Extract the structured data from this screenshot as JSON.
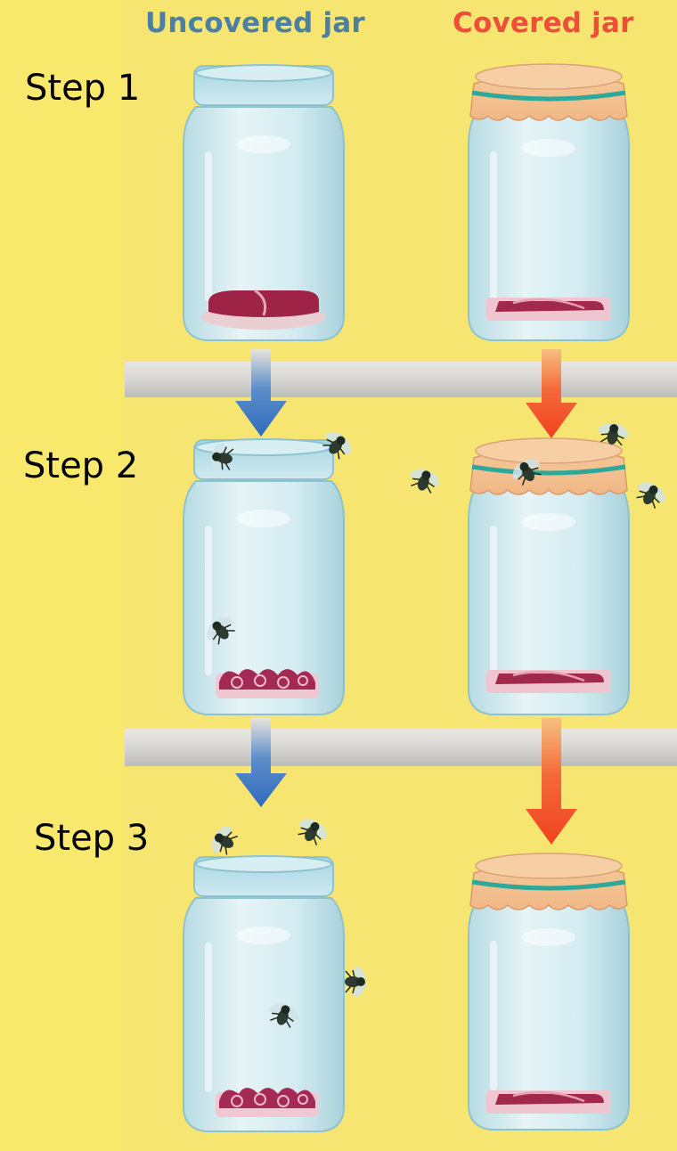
{
  "columns": {
    "uncovered": "Uncovered jar",
    "covered": "Covered jar"
  },
  "steps": [
    "Step 1",
    "Step 2",
    "Step 3"
  ],
  "colors": {
    "uncovered_heading": "#4d7fa2",
    "covered_heading": "#ef4e38",
    "arrow_blue": "#2f6bbd",
    "arrow_red": "#f0421f",
    "background": "#f8e86c"
  }
}
